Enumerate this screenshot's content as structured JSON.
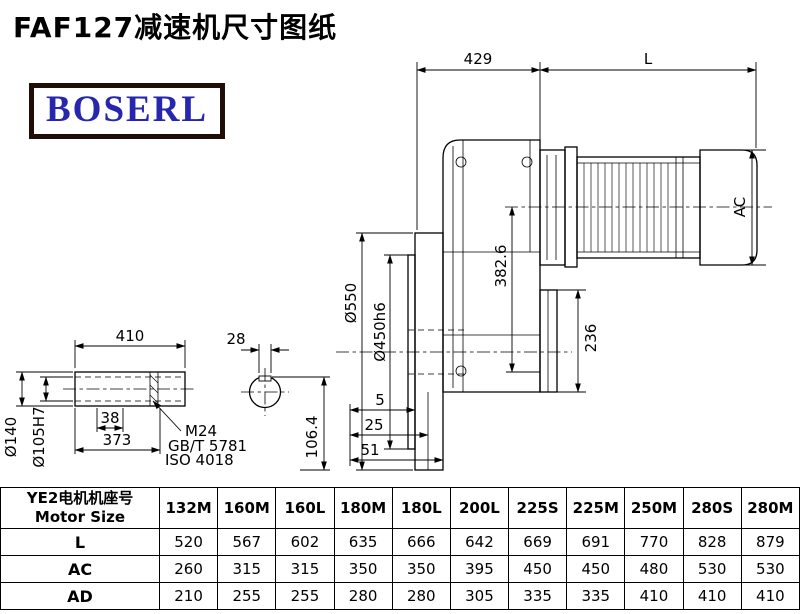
{
  "header": {
    "title": "FAF127减速机尺寸图纸",
    "brand": "BOSERL"
  },
  "drawing": {
    "dimensions": {
      "top_width": "429",
      "overall_length": "L",
      "motor_height": "AC",
      "flange_diameter": "Ø550",
      "spigot_diameter": "Ø450h6",
      "axis_height": "382.6",
      "boss_width": "236",
      "offset_a": "5",
      "offset_b": "25",
      "offset_c": "51"
    },
    "shaft_detail": {
      "total_length": "410",
      "outer_diameter": "Ø140",
      "bore_diameter": "Ø105H7",
      "step_length": "38",
      "usable_length": "373",
      "thread_spec": "M24",
      "standard_gb": "GB/T 5781",
      "standard_iso": "ISO 4018",
      "key_width": "28",
      "key_depth": "106.4"
    }
  },
  "table": {
    "row_header_cn": "YE2电机机座号",
    "row_header_en": "Motor Size",
    "columns": [
      "132M",
      "160M",
      "160L",
      "180M",
      "180L",
      "200L",
      "225S",
      "225M",
      "250M",
      "280S",
      "280M"
    ],
    "rows": [
      {
        "label": "L",
        "values": [
          "520",
          "567",
          "602",
          "635",
          "666",
          "642",
          "669",
          "691",
          "770",
          "828",
          "879"
        ]
      },
      {
        "label": "AC",
        "values": [
          "260",
          "315",
          "315",
          "350",
          "350",
          "395",
          "450",
          "450",
          "480",
          "530",
          "530"
        ]
      },
      {
        "label": "AD",
        "values": [
          "210",
          "255",
          "255",
          "280",
          "280",
          "305",
          "335",
          "335",
          "410",
          "410",
          "410"
        ]
      }
    ]
  }
}
